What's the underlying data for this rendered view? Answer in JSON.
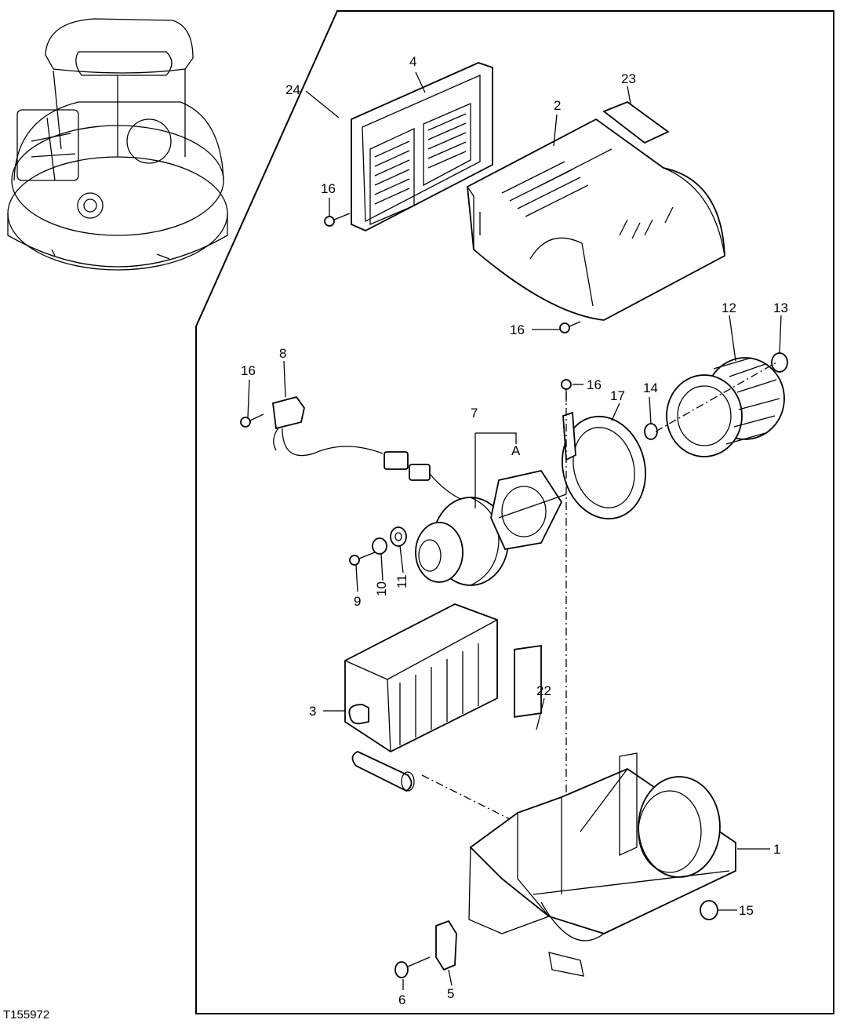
{
  "figure_id": "T155972",
  "callouts": {
    "c1": "1",
    "c2": "2",
    "c3": "3",
    "c4": "4",
    "c5": "5",
    "c6": "6",
    "c7": "7",
    "c8": "8",
    "c9": "9",
    "c10": "10",
    "c11": "11",
    "c12": "12",
    "c13": "13",
    "c14": "14",
    "c15": "15",
    "c16a": "16",
    "c16b": "16",
    "c16c": "16",
    "c16d": "16",
    "c17": "17",
    "c22": "22",
    "c23": "23",
    "c24": "24",
    "cA": "A"
  },
  "icons": {
    "machine": "excavator-cab-overview-icon",
    "part1": "heater-case-icon",
    "part2": "heater-cover-icon",
    "part3": "heater-core-icon",
    "part4": "filter-grille-icon",
    "part7": "blower-motor-icon",
    "part12": "fan-wheel-icon",
    "part17": "fan-housing-ring-icon"
  }
}
